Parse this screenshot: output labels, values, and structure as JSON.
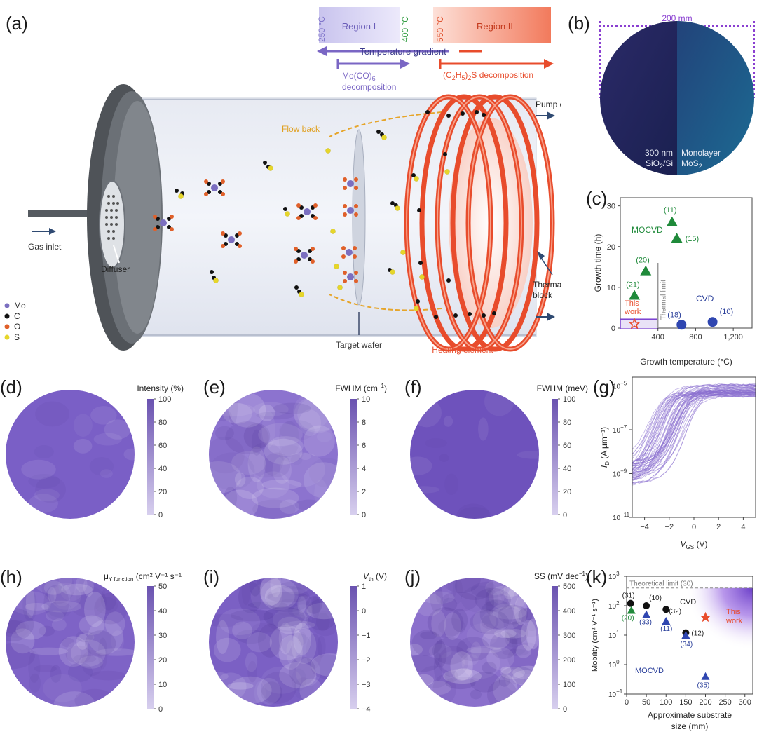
{
  "panels": {
    "a": "(a)",
    "b": "(b)",
    "c": "(c)",
    "d": "(d)",
    "e": "(e)",
    "f": "(f)",
    "g": "(g)",
    "h": "(h)",
    "i": "(i)",
    "j": "(j)",
    "k": "(k)"
  },
  "reactor": {
    "region1_label": "Region I",
    "region2_label": "Region II",
    "t250": "250 °C",
    "t400": "400 °C",
    "t550": "550 °C",
    "gradient": "Temperature gradient",
    "mo_decomp_1": "Mo(CO)",
    "mo_decomp_sub": "6",
    "mo_decomp_2": "decomposition",
    "s_decomp_1": "(C",
    "s_decomp_sub1": "2",
    "s_decomp_2": "H",
    "s_decomp_sub2": "5",
    "s_decomp_3": ")",
    "s_decomp_sub3": "2",
    "s_decomp_4": "S decomposition",
    "flow_back": "Flow back",
    "pump_out": "Pump out",
    "gas_inlet": "Gas inlet",
    "diffuser": "Diffuser",
    "thermal_block_1": "Thermal",
    "thermal_block_2": "block",
    "target_wafer": "Target wafer",
    "heating_element": "Heating element",
    "legend": [
      {
        "symbol": "Mo",
        "color": "#7b6fc0"
      },
      {
        "symbol": "C",
        "color": "#111111"
      },
      {
        "symbol": "O",
        "color": "#e0602a"
      },
      {
        "symbol": "S",
        "color": "#e6d62a"
      }
    ]
  },
  "wafer_b": {
    "size": "200 mm",
    "left_1": "300 nm",
    "left_2a": "SiO",
    "left_2sub": "2",
    "left_2b": "/Si",
    "right_1": "Monolayer",
    "right_2a": "MoS",
    "right_2sub": "2"
  },
  "maps": {
    "d": {
      "title": "Intensity (%)",
      "ticks": [
        "100",
        "80",
        "60",
        "40",
        "20",
        "0"
      ]
    },
    "e": {
      "title": "FWHM (cm",
      "title_sup": "−1",
      "title_end": ")",
      "ticks": [
        "10",
        "8",
        "6",
        "4",
        "2",
        "0"
      ]
    },
    "f": {
      "title": "FWHM (meV)",
      "ticks": [
        "100",
        "80",
        "60",
        "40",
        "20",
        "0"
      ]
    },
    "h": {
      "title_mu": "μ",
      "title_sub": "Y function",
      "title_rest": " (cm² V⁻¹ s⁻¹",
      "ticks": [
        "50",
        "40",
        "30",
        "20",
        "10",
        "0"
      ]
    },
    "i": {
      "title_v": "V",
      "title_sub": "th",
      "title_rest": " (V)",
      "ticks": [
        "1",
        "0",
        "−1",
        "−2",
        "−3",
        "−4"
      ]
    },
    "j": {
      "title": "SS (mV dec",
      "title_sup": "−1",
      "title_end": ")",
      "ticks": [
        "500",
        "400",
        "300",
        "200",
        "100",
        "0"
      ]
    }
  },
  "colors": {
    "purple_dark": "#6a52b0",
    "purple_mid": "#7d66c0",
    "purple_light": "#d7cfee",
    "red": "#e84c2c",
    "green": "#1f8a3a",
    "navy": "#2a3f9a",
    "wafer": "#1e2c6b"
  },
  "chart_data": [
    {
      "panel": "c",
      "type": "scatter",
      "xlabel": "Growth temperature (°C)",
      "ylabel": "Growth time (h)",
      "xlim": [
        0,
        1400
      ],
      "ylim": [
        0,
        32
      ],
      "xticks": [
        "400",
        "800",
        "1,200"
      ],
      "yticks": [
        "0",
        "10",
        "20",
        "30"
      ],
      "series": [
        {
          "name": "MOCVD",
          "marker": "triangle",
          "points": [
            {
              "x": 150,
              "y": 8,
              "label": "(21)"
            },
            {
              "x": 270,
              "y": 14,
              "label": "(20)"
            },
            {
              "x": 550,
              "y": 26,
              "label": "(11)"
            },
            {
              "x": 600,
              "y": 22,
              "label": "(15)"
            }
          ]
        },
        {
          "name": "CVD",
          "marker": "circle",
          "points": [
            {
              "x": 650,
              "y": 0.3,
              "label": "(18)"
            },
            {
              "x": 980,
              "y": 1,
              "label": "(10)"
            }
          ]
        },
        {
          "name": "This work",
          "marker": "star",
          "points": [
            {
              "x": 150,
              "y": 1
            }
          ]
        }
      ],
      "annotations": {
        "mocvd": "MOCVD",
        "cvd": "CVD",
        "thermal": "Thermal limit",
        "this_work_1": "This",
        "this_work_2": "work"
      }
    },
    {
      "panel": "g",
      "type": "line",
      "xlabel": "V",
      "xlabel_sub": "GS",
      "xlabel_unit": " (V)",
      "ylabel": "I",
      "ylabel_sub": "D",
      "ylabel_unit": " (A μm⁻¹)",
      "xlim": [
        -5,
        5
      ],
      "xticks": [
        "−4",
        "−2",
        "0",
        "2",
        "4"
      ],
      "ylim_log": [
        -11,
        -4.6
      ],
      "yticks": [
        {
          "base": "10",
          "exp": "−5"
        },
        {
          "base": "10",
          "exp": "−7"
        },
        {
          "base": "10",
          "exp": "−9"
        },
        {
          "base": "10",
          "exp": "−11"
        }
      ],
      "curve_count": 60
    },
    {
      "panel": "k",
      "type": "scatter",
      "xlabel_1": "Approximate substrate",
      "xlabel_2": "size (mm)",
      "ylabel": "Mobility (cm² V⁻¹ s⁻¹)",
      "xlim": [
        0,
        320
      ],
      "xticks": [
        "0",
        "50",
        "100",
        "150",
        "200",
        "250",
        "300"
      ],
      "ylim_log": [
        -1,
        3
      ],
      "yticks": [
        {
          "base": "10",
          "exp": "3"
        },
        {
          "base": "10",
          "exp": "2"
        },
        {
          "base": "10",
          "exp": "1"
        },
        {
          "base": "10",
          "exp": "0"
        },
        {
          "base": "10",
          "exp": "−1"
        }
      ],
      "theoretical_limit": {
        "value": 400,
        "label": "Theoretical limit (30)"
      },
      "series": [
        {
          "name": "CVD",
          "marker": "circle",
          "points": [
            {
              "x": 10,
              "y": 120,
              "label": "(31)"
            },
            {
              "x": 50,
              "y": 100,
              "label": "(10)"
            },
            {
              "x": 100,
              "y": 75,
              "label": "(32)"
            },
            {
              "x": 150,
              "y": 12,
              "label": "(12)"
            }
          ]
        },
        {
          "name": "MOCVD",
          "marker": "triangle",
          "points": [
            {
              "x": 12,
              "y": 70,
              "label": "(20)"
            },
            {
              "x": 50,
              "y": 50,
              "label": "(33)"
            },
            {
              "x": 100,
              "y": 30,
              "label": "(11)"
            },
            {
              "x": 150,
              "y": 10,
              "label": "(34)"
            },
            {
              "x": 200,
              "y": 0.4,
              "label": "(35)"
            }
          ]
        },
        {
          "name": "This work",
          "marker": "star",
          "points": [
            {
              "x": 200,
              "y": 40
            }
          ]
        }
      ],
      "annotations": {
        "cvd": "CVD",
        "mocvd": "MOCVD",
        "this_work_1": "This",
        "this_work_2": "work"
      }
    }
  ]
}
